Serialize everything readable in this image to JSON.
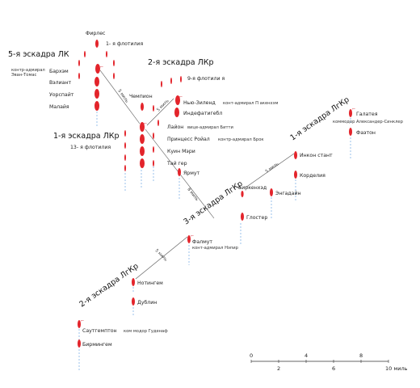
{
  "labels": {
    "firles": "Фирлес",
    "flot1": "1- я флотилия",
    "sq5": "5-я эскадра ЛК",
    "evan_thomas": "контр-адмирал\nЭван-Томас",
    "barham": "Бархэм",
    "valiant": "Вэлиант",
    "warspite": "Уорспайт",
    "malaya": "Малайя",
    "sq2lkr": "2-я эскадра ЛКр",
    "flot9": "9-я флотили я",
    "champion": "Чемпион",
    "new_zealand": "Нью-Зиленд",
    "pakenham": "конт-адмирал П акенхэм",
    "indefatigable": "Индефатигебл",
    "lion": "Лайон",
    "beatty": "вице-адмирал Битти",
    "princess_royal": "Принцесс Ройал",
    "brock": "контр-адмирал Брок",
    "queen_mary": "Куин Мэри",
    "tiger": "Тай гер",
    "sq1lkr": "1-я эскадра ЛКр",
    "flot13": "13- я флотилия",
    "yarmouth": "Ярмут",
    "sq1lgkr": "1-я эскадра ЛгКр",
    "galatea": "Галатея",
    "alexander_sinclair": "коммодор Александер-Синклер",
    "phaeton": "Фаэтон",
    "inconstant": "Инкон стант",
    "cordelia": "Корделия",
    "birkenhead": "Биркенхэд",
    "engadine": "Энгадайн",
    "gloucester": "Глостер",
    "sq3lgkr": "3-я эскадра ЛгКр",
    "falmouth": "Фалмут",
    "napier": "конт-адмирал Нэпир",
    "sq2lgkr": "2-я эскадра ЛгКр",
    "nottingham": "Нотингем",
    "dublin": "Дублин",
    "southampton": "Саутгемптон",
    "goodenough": "ком модор Гуденаф",
    "birmingham": "Бирмингем"
  },
  "distances": {
    "d1": "5 миль",
    "d2": "5 миль",
    "d3": "8 миль",
    "d4": "5 миль",
    "d5": "5 миль"
  },
  "scale": {
    "ticks_top": [
      "0",
      "4",
      "8"
    ],
    "ticks_bottom": [
      "2",
      "6",
      "10 миль"
    ]
  },
  "colors": {
    "ship": "#e3242b",
    "wake": "#7fb3e6"
  }
}
